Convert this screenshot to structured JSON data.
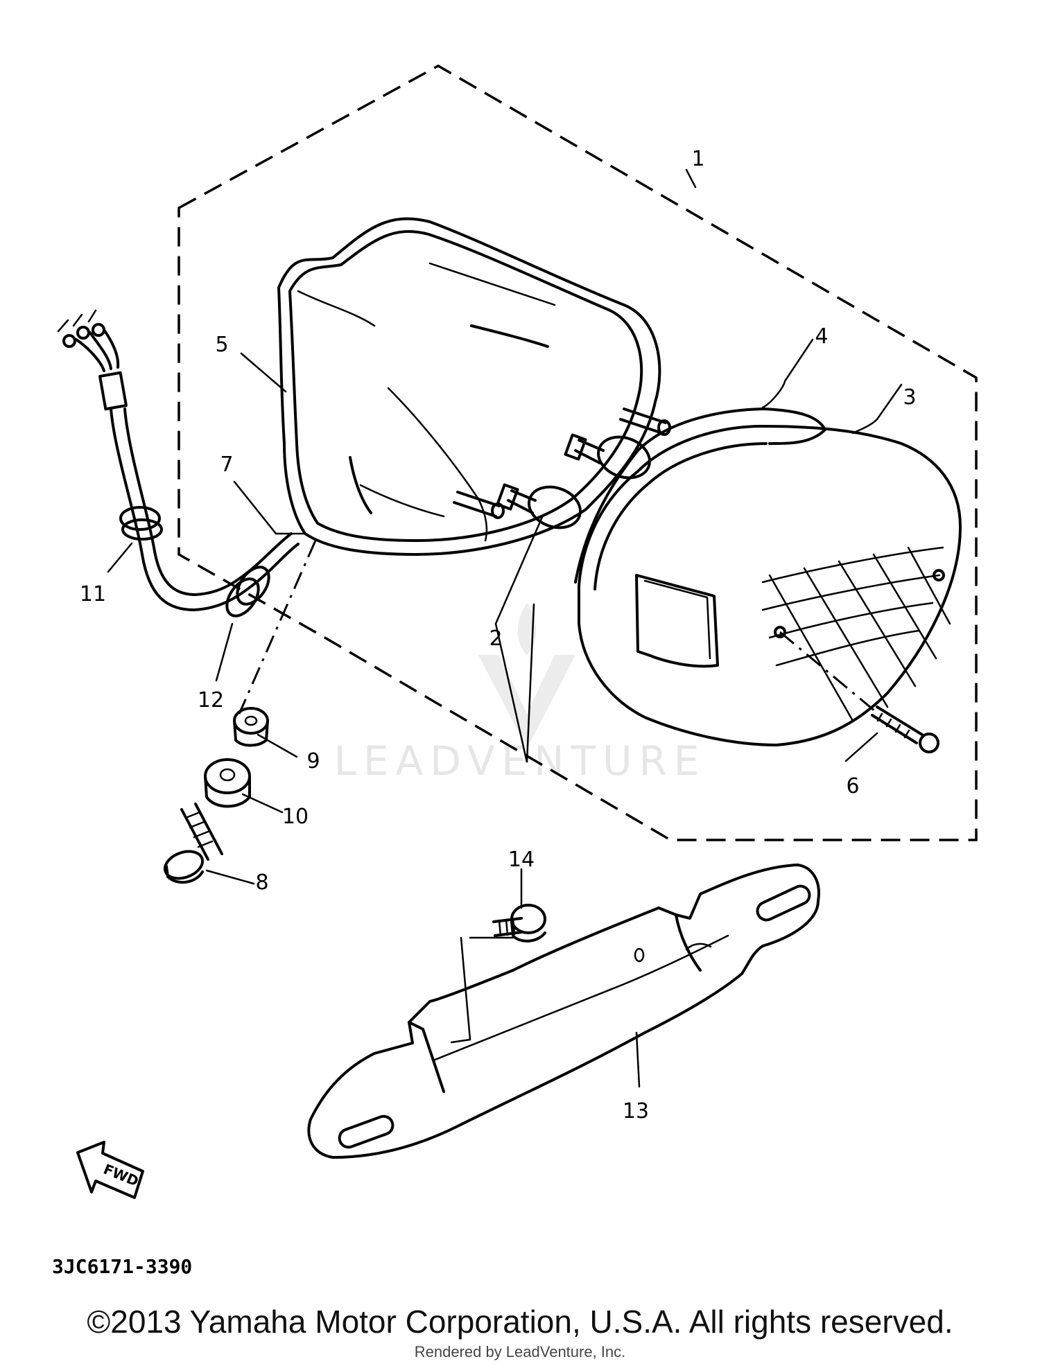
{
  "diagram": {
    "callouts": [
      {
        "id": "1",
        "label": "1"
      },
      {
        "id": "2",
        "label": "2"
      },
      {
        "id": "3",
        "label": "3"
      },
      {
        "id": "4",
        "label": "4"
      },
      {
        "id": "5",
        "label": "5"
      },
      {
        "id": "6",
        "label": "6"
      },
      {
        "id": "7",
        "label": "7"
      },
      {
        "id": "8",
        "label": "8"
      },
      {
        "id": "9",
        "label": "9"
      },
      {
        "id": "10",
        "label": "10"
      },
      {
        "id": "11",
        "label": "11"
      },
      {
        "id": "12",
        "label": "12"
      },
      {
        "id": "13",
        "label": "13"
      },
      {
        "id": "14",
        "label": "14"
      }
    ],
    "fwd_label": "FWD",
    "part_code": "3JC6171-3390",
    "watermark": "LEADVENTURE"
  },
  "footer": {
    "copyright": "©2013 Yamaha Motor Corporation, U.S.A. All rights reserved.",
    "rendered_by": "Rendered by LeadVenture, Inc."
  }
}
